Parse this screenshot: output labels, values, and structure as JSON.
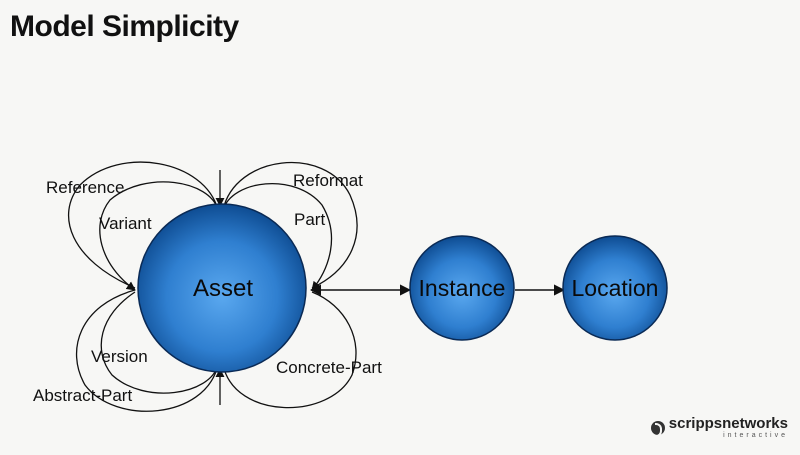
{
  "slide": {
    "title": "Model Simplicity"
  },
  "nodes": {
    "asset": "Asset",
    "instance": "Instance",
    "location": "Location"
  },
  "relations": {
    "reference": "Reference",
    "variant": "Variant",
    "reformat": "Reformat",
    "part": "Part",
    "version": "Version",
    "abstract_part": "Abstract-Part",
    "concrete_part": "Concrete-Part"
  },
  "colors": {
    "node_fill_light": "#5aa8ef",
    "node_fill_dark": "#0e4c92",
    "node_stroke": "#0a2a55",
    "edge": "#111111"
  },
  "logo": {
    "brand": "scrippsnetworks",
    "sub": "interactive"
  }
}
